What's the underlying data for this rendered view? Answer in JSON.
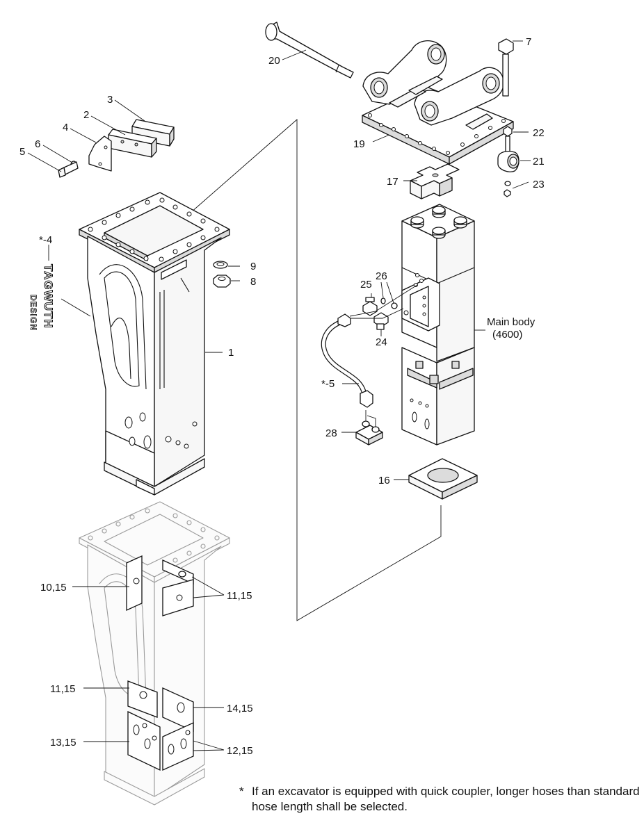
{
  "callouts": {
    "c1": "1",
    "c2": "2",
    "c3": "3",
    "c4": "4",
    "c4star": "*-4",
    "c5": "5",
    "c5star": "*-5",
    "c6": "6",
    "c7": "7",
    "c8": "8",
    "c9": "9",
    "c10_15": "10,15",
    "c11_15_top": "11,15",
    "c11_15_low": "11,15",
    "c12_15": "12,15",
    "c13_15": "13,15",
    "c14_15": "14,15",
    "c16": "16",
    "c17": "17",
    "c19": "19",
    "c20": "20",
    "c21": "21",
    "c22": "22",
    "c23": "23",
    "c24": "24",
    "c25": "25",
    "c26": "26",
    "c28": "28"
  },
  "main_body": {
    "label": "Main body",
    "model": "(4600)"
  },
  "decal_text": {
    "line1": "TAGWUTH",
    "line2": "DESIGN"
  },
  "footnote": {
    "mark": "*",
    "text": "If an excavator is equipped with quick coupler, longer hoses than standard hose length shall be selected."
  }
}
